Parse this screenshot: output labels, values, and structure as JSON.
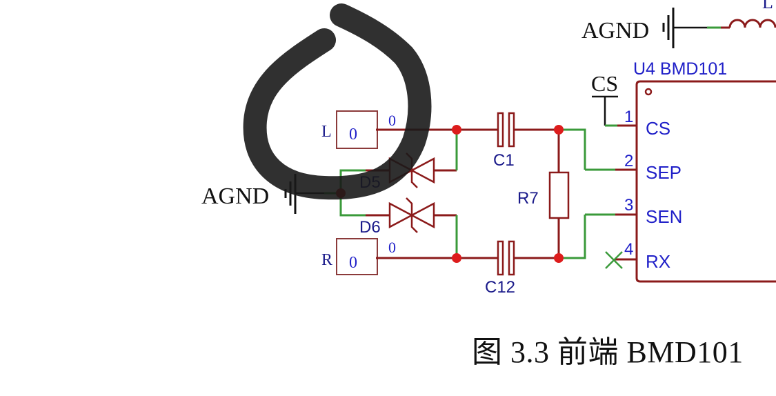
{
  "colors": {
    "wire_red": "#8b1a1a",
    "wire_green": "#3a9a3a",
    "junction": "#dd1c1c",
    "label_blue": "#2020c8",
    "label_dark_blue": "#1a1a8a",
    "ground_black": "#111111",
    "annotation_ink": "#1a1a1a"
  },
  "ground_symbols": [
    {
      "label": "AGND"
    },
    {
      "label": "AGND"
    }
  ],
  "inductor": {
    "label": "L"
  },
  "chip": {
    "ref": "U4",
    "part": "BMD101",
    "title": "U4 BMD101",
    "pins": [
      {
        "number": "1",
        "name": "CS"
      },
      {
        "number": "2",
        "name": "SEP"
      },
      {
        "number": "3",
        "name": "SEN"
      },
      {
        "number": "4",
        "name": "RX"
      }
    ]
  },
  "net_label_cs": "CS",
  "ports": [
    {
      "label": "L",
      "value": "0",
      "net": "0"
    },
    {
      "label": "R",
      "value": "0",
      "net": "0"
    }
  ],
  "components": {
    "d5": "D5",
    "d6": "D6",
    "c1": "C1",
    "c12": "C12",
    "r7": "R7"
  },
  "caption": "图 3.3 前端 BMD101"
}
